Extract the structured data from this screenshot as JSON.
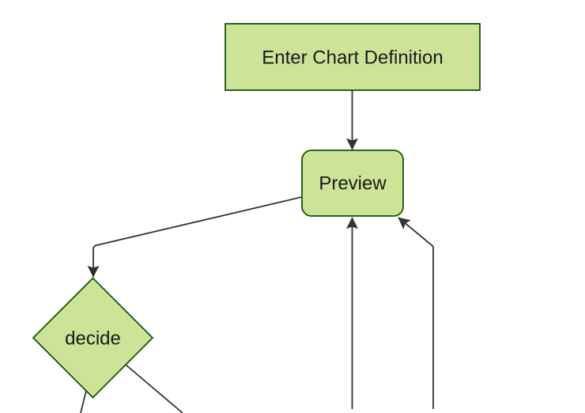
{
  "diagram": {
    "type": "flowchart",
    "orientation": "top-down",
    "background": "#ffffff",
    "colors": {
      "node_fill": "#cde498",
      "node_border": "#13540c",
      "edge": "#333333",
      "text": "#1a1a1a"
    },
    "nodes": [
      {
        "id": "enter-chart-definition",
        "label": "Enter Chart Definition",
        "shape": "rectangle"
      },
      {
        "id": "preview",
        "label": "Preview",
        "shape": "rounded-rectangle"
      },
      {
        "id": "decide",
        "label": "decide",
        "shape": "diamond"
      }
    ],
    "edges": [
      {
        "from": "enter-chart-definition",
        "to": "preview",
        "arrow": true
      },
      {
        "from": "preview",
        "to": "decide",
        "arrow": true
      },
      {
        "from": "offscreen-bottom-center",
        "to": "preview",
        "arrow": true
      },
      {
        "from": "offscreen-bottom-right",
        "to": "preview",
        "arrow": true
      },
      {
        "from": "decide",
        "to": "offscreen-bottom-left",
        "arrow": false
      },
      {
        "from": "decide",
        "to": "offscreen-bottom-right",
        "arrow": false
      }
    ]
  }
}
